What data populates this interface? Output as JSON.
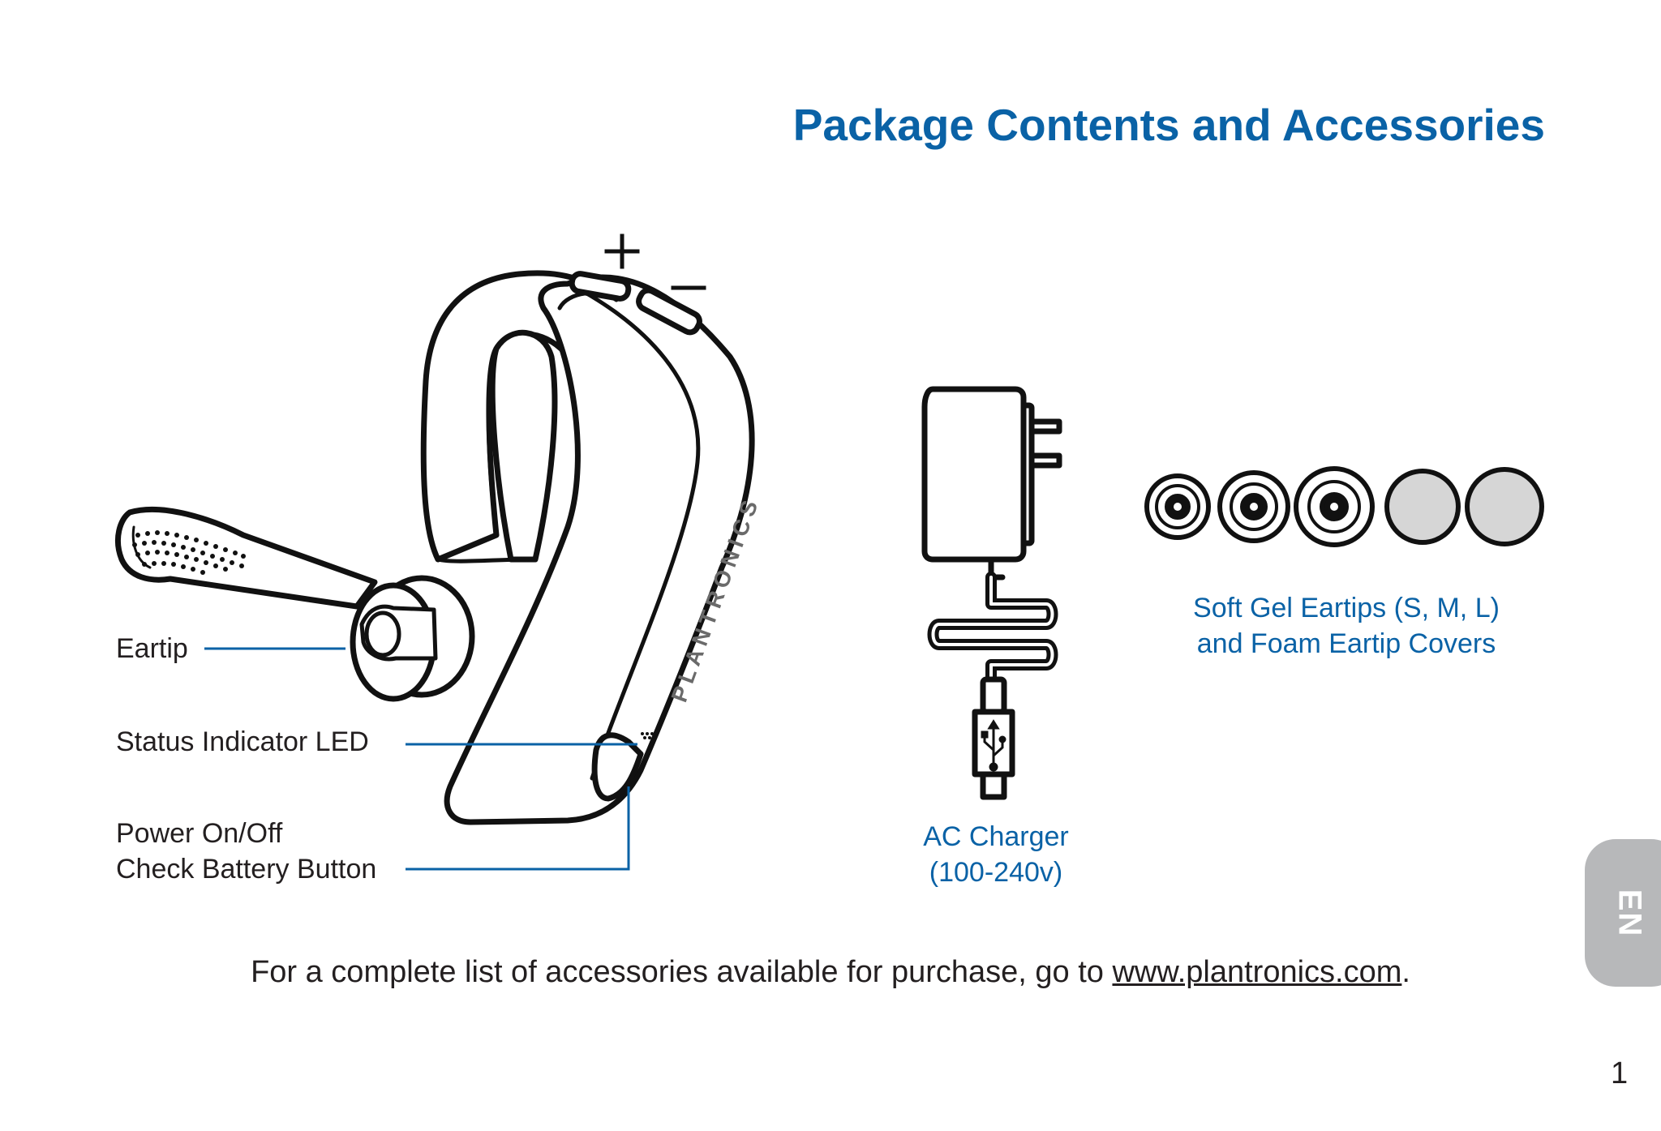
{
  "page": {
    "title": "Package Contents and Accessories",
    "labels": {
      "eartip": "Eartip",
      "status_led": "Status Indicator LED",
      "power_line1": "Power On/Off",
      "power_line2": "Check Battery Button"
    },
    "brand_on_headset": "PLANTRONICS",
    "charger": {
      "line1": "AC Charger",
      "line2": "(100-240v)"
    },
    "eartips": {
      "line1": "Soft Gel Eartips (S, M, L)",
      "line2": "and Foam Eartip Covers"
    },
    "footer": {
      "text_before": "For a complete list of accessories available for purchase, go to ",
      "link": "www.plantronics.com",
      "text_after": "."
    },
    "side_tab": "EN",
    "page_number": "1",
    "colors": {
      "accent_blue": "#0a62a6",
      "tab_gray": "#b7b8ba",
      "foam_gray": "#d6d6d6"
    },
    "icons": [
      "plus-icon",
      "minus-icon",
      "usb-icon",
      "power-icon"
    ]
  }
}
